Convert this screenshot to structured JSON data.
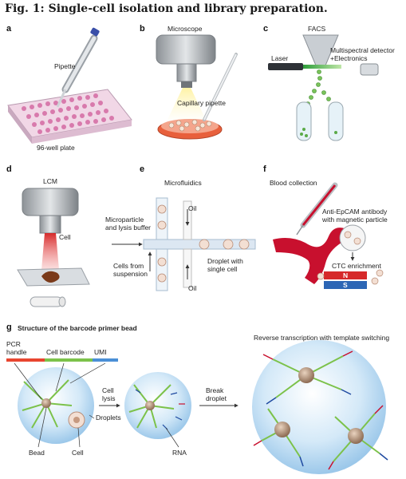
{
  "figure": {
    "title": "Fig. 1: Single-cell isolation and library preparation."
  },
  "panels": {
    "a": {
      "letter": "a",
      "pipette": "Pipette",
      "plate": "96-well plate"
    },
    "b": {
      "letter": "b",
      "microscope": "Microscope",
      "capillary": "Capillary pipette"
    },
    "c": {
      "letter": "c",
      "facs": "FACS",
      "laser": "Laser",
      "detector_line1": "Multispectral detector",
      "detector_line2": "+Electronics"
    },
    "d": {
      "letter": "d",
      "lcm": "LCM",
      "cell": "Cell"
    },
    "e": {
      "letter": "e",
      "title": "Microfluidics",
      "oil_top": "Oil",
      "oil_bottom": "Oil",
      "microparticle_line1": "Microparticle",
      "microparticle_line2": "and lysis buffer",
      "cells_line1": "Cells from",
      "cells_line2": "suspension",
      "droplet_line1": "Droplet with",
      "droplet_line2": "single cell"
    },
    "f": {
      "letter": "f",
      "title": "Blood collection",
      "antibody_line1": "Anti-EpCAM antibody",
      "antibody_line2": "with magnetic particle",
      "ctc": "CTC enrichment",
      "magnet_n": "N",
      "magnet_s": "S"
    },
    "g": {
      "letter": "g",
      "title": "Structure of the barcode primer bead",
      "pcr_line1": "PCR",
      "pcr_line2": "handle",
      "cell_barcode": "Cell barcode",
      "umi": "UMI",
      "bead": "Bead",
      "cell": "Cell",
      "droplets": "Droplets",
      "cell_lysis_line1": "Cell",
      "cell_lysis_line2": "lysis",
      "rna": "RNA",
      "break_line1": "Break",
      "break_line2": "droplet",
      "rt_title": "Reverse transcription with template switching"
    }
  },
  "colors": {
    "pcr_handle": "#e8452f",
    "cell_barcode": "#7cc24a",
    "umi": "#4a8fd6",
    "droplet_fill": "#cfe6f7",
    "bead": "#a98a72",
    "laser_green": "#7bc35a",
    "blood_red": "#c8102e"
  }
}
